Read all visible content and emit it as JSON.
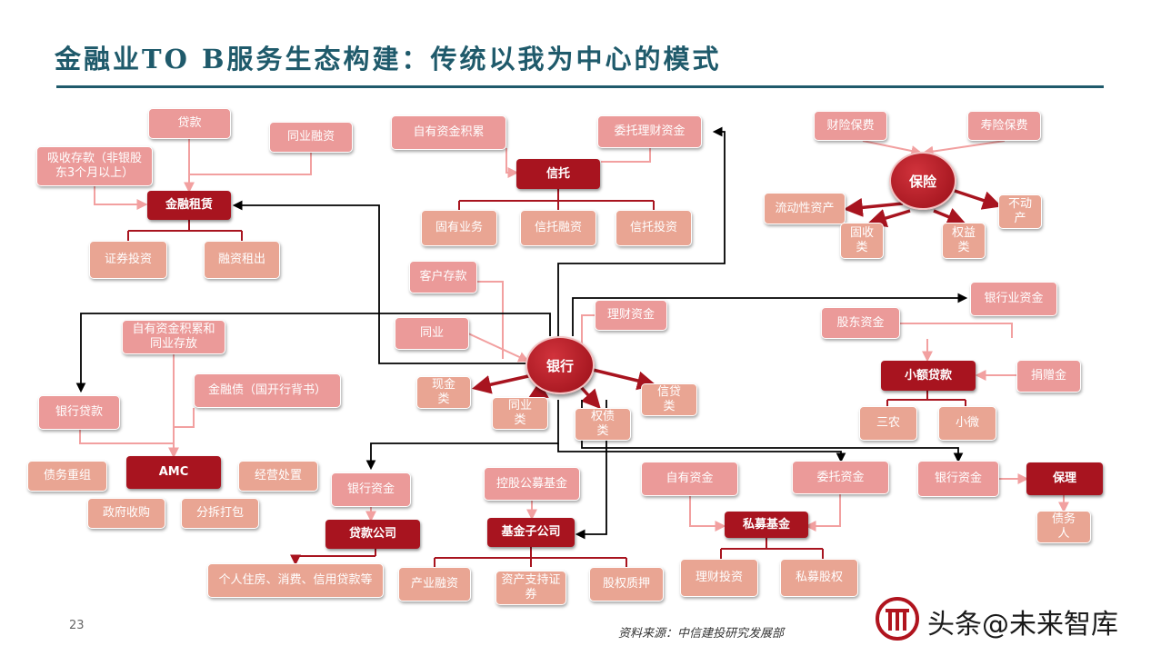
{
  "title": "金融业TO B服务生态构建：传统以我为中心的模式",
  "page_number": "23",
  "source": "资料来源：中信建投研究发展部",
  "watermark": "头条@未来智库",
  "nodes": {
    "loan": "贷款",
    "interbank_finance": "同业融资",
    "deposit": "吸收存款（非银股东3个月以上）",
    "fin_lease": "金融租赁",
    "securities_invest": "证券投资",
    "lease_out": "融资租出",
    "own_capital_accum": "自有资金积累",
    "entrusted_wm_funds": "委托理财资金",
    "trust": "信托",
    "proprietary": "固有业务",
    "trust_finance": "信托融资",
    "trust_invest": "信托投资",
    "pc_premium": "财险保费",
    "life_premium": "寿险保费",
    "insurance": "保险",
    "liquid_assets": "流动性资产",
    "real_estate": "不动产",
    "fixed_income": "固收类",
    "equity_class": "权益类",
    "customer_deposit": "客户存款",
    "interbank": "同业",
    "wm_funds": "理财资金",
    "bank": "银行",
    "cash_class": "现金类",
    "interbank_class": "同业类",
    "bond_class": "权债类",
    "credit_class": "信贷类",
    "bank_industry_funds": "银行业资金",
    "shareholder_funds": "股东资金",
    "microcredit": "小额贷款",
    "donation": "捐赠金",
    "agri": "三农",
    "micro": "小微",
    "own_accum_interbank": "自有资金积累和同业存放",
    "fin_bond": "金融债（国开行背书）",
    "bank_loan": "银行贷款",
    "debt_restructure": "债务重组",
    "amc": "AMC",
    "operating_disposal": "经营处置",
    "gov_purchase": "政府收购",
    "split_pack": "分拆打包",
    "bank_funds_1": "银行资金",
    "loan_company": "贷款公司",
    "consumer_loans": "个人住房、消费、信用贷款等",
    "holding_public_fund": "控股公募基金",
    "fund_subsidiary": "基金子公司",
    "industrial_finance": "产业融资",
    "abs": "资产支持证券",
    "equity_pledge": "股权质押",
    "own_funds": "自有资金",
    "entrusted_funds": "委托资金",
    "private_fund": "私募基金",
    "wm_invest": "理财投资",
    "private_equity": "私募股权",
    "bank_funds_2": "银行资金",
    "factoring": "保理",
    "debtor": "债务人"
  },
  "colors": {
    "title": "#1f5a6b",
    "dark_red": "#a8141f",
    "pink": "#eb9a99",
    "salmon": "#e9a593",
    "connector": "#f2a0a0",
    "black_arrow": "#000000"
  }
}
